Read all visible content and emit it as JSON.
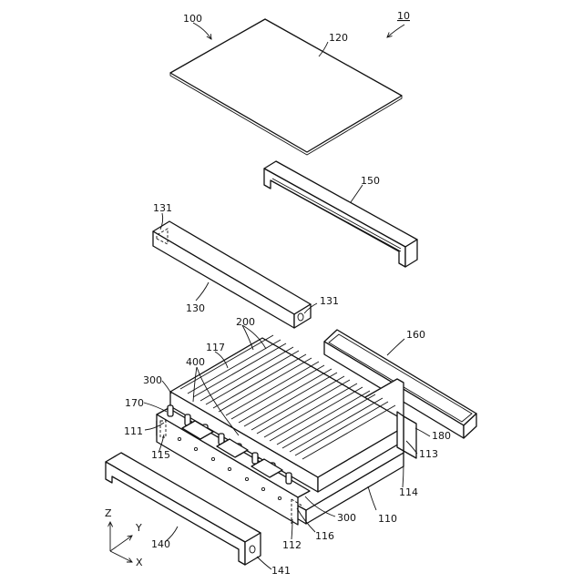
{
  "labels": {
    "l10": "10",
    "l100": "100",
    "l120": "120",
    "l150": "150",
    "l131a": "131",
    "l130": "130",
    "l131b": "131",
    "l200": "200",
    "l160": "160",
    "l117": "117",
    "l400": "400",
    "l300a": "300",
    "l170": "170",
    "l111": "111",
    "l115": "115",
    "l180": "180",
    "l113": "113",
    "l114": "114",
    "l110": "110",
    "l300b": "300",
    "l116": "116",
    "l112": "112",
    "l140": "140",
    "l141": "141"
  },
  "axes": {
    "z": "Z",
    "y": "Y",
    "x": "X"
  }
}
